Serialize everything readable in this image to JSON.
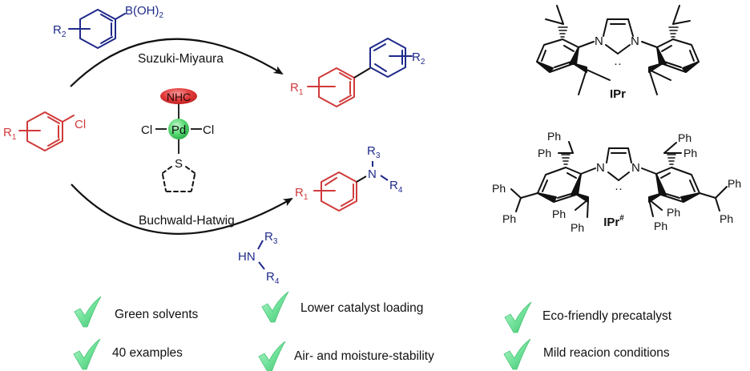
{
  "colors": {
    "aryl_chloride": "#d03a3a",
    "coupling_partner": "#1f2a8a",
    "bond": "#111111",
    "nhc_oval": "#e23a3a",
    "pd_sphere": "#4ed36a",
    "check": "#6fe09a"
  },
  "reactant": {
    "substituent": "R",
    "substituent_index": "1",
    "leaving_group": "Cl"
  },
  "boronic_acid": {
    "substituent": "R",
    "substituent_index": "2",
    "group": "B(OH)",
    "group_index": "2"
  },
  "reactions": {
    "top": {
      "label": "Suzuki-Miyaura"
    },
    "bottom": {
      "label": "Buchwald-Hatwig"
    }
  },
  "catalyst": {
    "ligand": "NHC",
    "metal": "Pd",
    "halide_left": "Cl",
    "halide_right": "Cl",
    "sulfur": "S"
  },
  "product_suzuki": {
    "r1": "R",
    "r1_index": "1",
    "r2": "R",
    "r2_index": "2"
  },
  "product_buchwald": {
    "r1": "R",
    "r1_index": "1",
    "n": "N",
    "r3": "R",
    "r3_index": "3",
    "r4": "R",
    "r4_index": "4"
  },
  "amine": {
    "hn": "HN",
    "r3": "R",
    "r3_index": "3",
    "r4": "R",
    "r4_index": "4"
  },
  "ligands": [
    {
      "name": "IPr",
      "superscript": "",
      "n_atom": "N",
      "carbene_dots": "··"
    },
    {
      "name": "IPr",
      "superscript": "#",
      "n_atom": "N",
      "carbene_dots": "··",
      "substituent": "Ph"
    }
  ],
  "features": [
    {
      "label": "Green solvents",
      "icon": "check-icon"
    },
    {
      "label": "40 examples",
      "icon": "check-icon"
    },
    {
      "label": "Lower catalyst loading",
      "icon": "check-icon"
    },
    {
      "label": "Air- and moisture-stability",
      "icon": "check-icon"
    },
    {
      "label": "Eco-friendly  precatalyst",
      "icon": "check-icon"
    },
    {
      "label": "Mild reacion conditions",
      "icon": "check-icon"
    }
  ]
}
